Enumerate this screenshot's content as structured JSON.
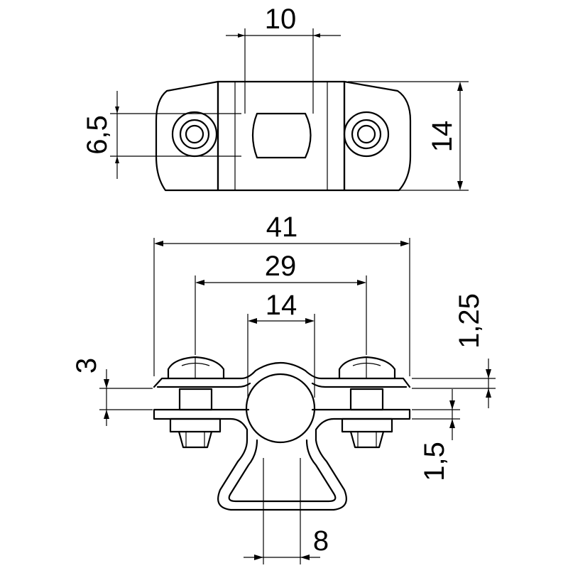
{
  "drawing": {
    "colors": {
      "line": "#000000",
      "background": "#ffffff"
    },
    "dimensions": {
      "top_width_slot": "10",
      "top_hole_height": "6,5",
      "top_total_height": "14",
      "overall_width": "41",
      "screw_spacing": "29",
      "conductor_width": "14",
      "plate_gap": "3",
      "top_strap_thickness": "1,25",
      "bottom_plate_thickness": "1,5",
      "loop_width": "8"
    }
  }
}
